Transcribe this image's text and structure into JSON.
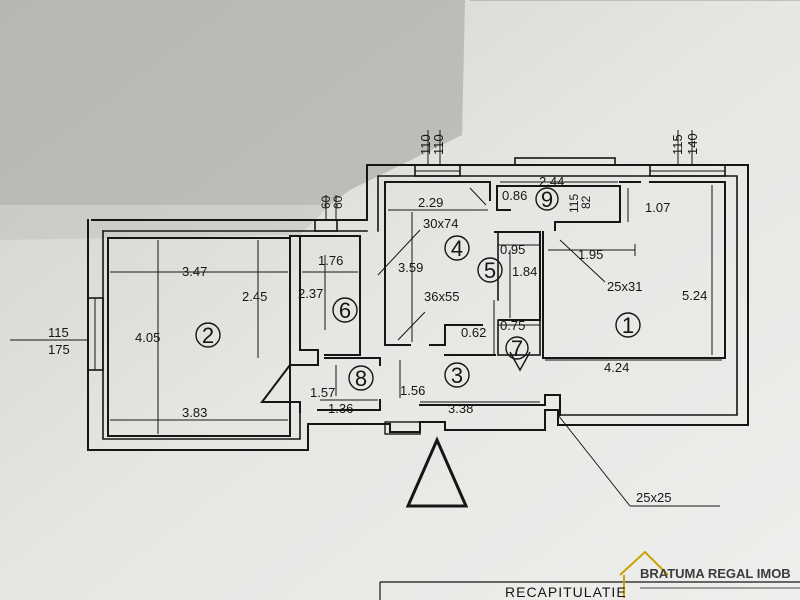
{
  "room_numbers": [
    "1",
    "2",
    "3",
    "4",
    "5",
    "6",
    "7",
    "8",
    "9"
  ],
  "dimensions": {
    "r1_width": "4.24",
    "r1_height": "5.24",
    "r1_top": "1.95",
    "r1_notch": "1.07",
    "r2_top": "3.47",
    "r2_bottom": "3.83",
    "r2_height": "4.05",
    "r2_side": "2.45",
    "r3_width": "3.38",
    "r3_height": "1.56",
    "r4_top": "2.29",
    "r4_height": "3.59",
    "r5_width": "0.95",
    "r5_height": "1.84",
    "r6_width": "1.76",
    "r6_height": "2.37",
    "r7_width": "0.75",
    "r7_height": "0.62",
    "r8_width": "1.36",
    "r8_height": "1.57",
    "r9_width": "2.44",
    "r9_small": "0.86",
    "r9_vert_a": "115",
    "r9_vert_b": "82",
    "window_left_a": "115",
    "window_left_b": "175",
    "window_6_a": "60",
    "window_6_b": "60",
    "window_4_a": "110",
    "window_4_b": "110",
    "window_1_a": "115",
    "window_1_b": "140"
  },
  "openings": {
    "o1": "30x74",
    "o2": "36x55",
    "o3": "25x31",
    "o4": "25x25"
  },
  "stamp": {
    "brand": "BRATUMA REGAL IMOB",
    "title": "RECAPITULATIE"
  },
  "colors": {
    "paper": "#ececea",
    "shadow": "#b3b3b0",
    "ink": "#161616"
  }
}
